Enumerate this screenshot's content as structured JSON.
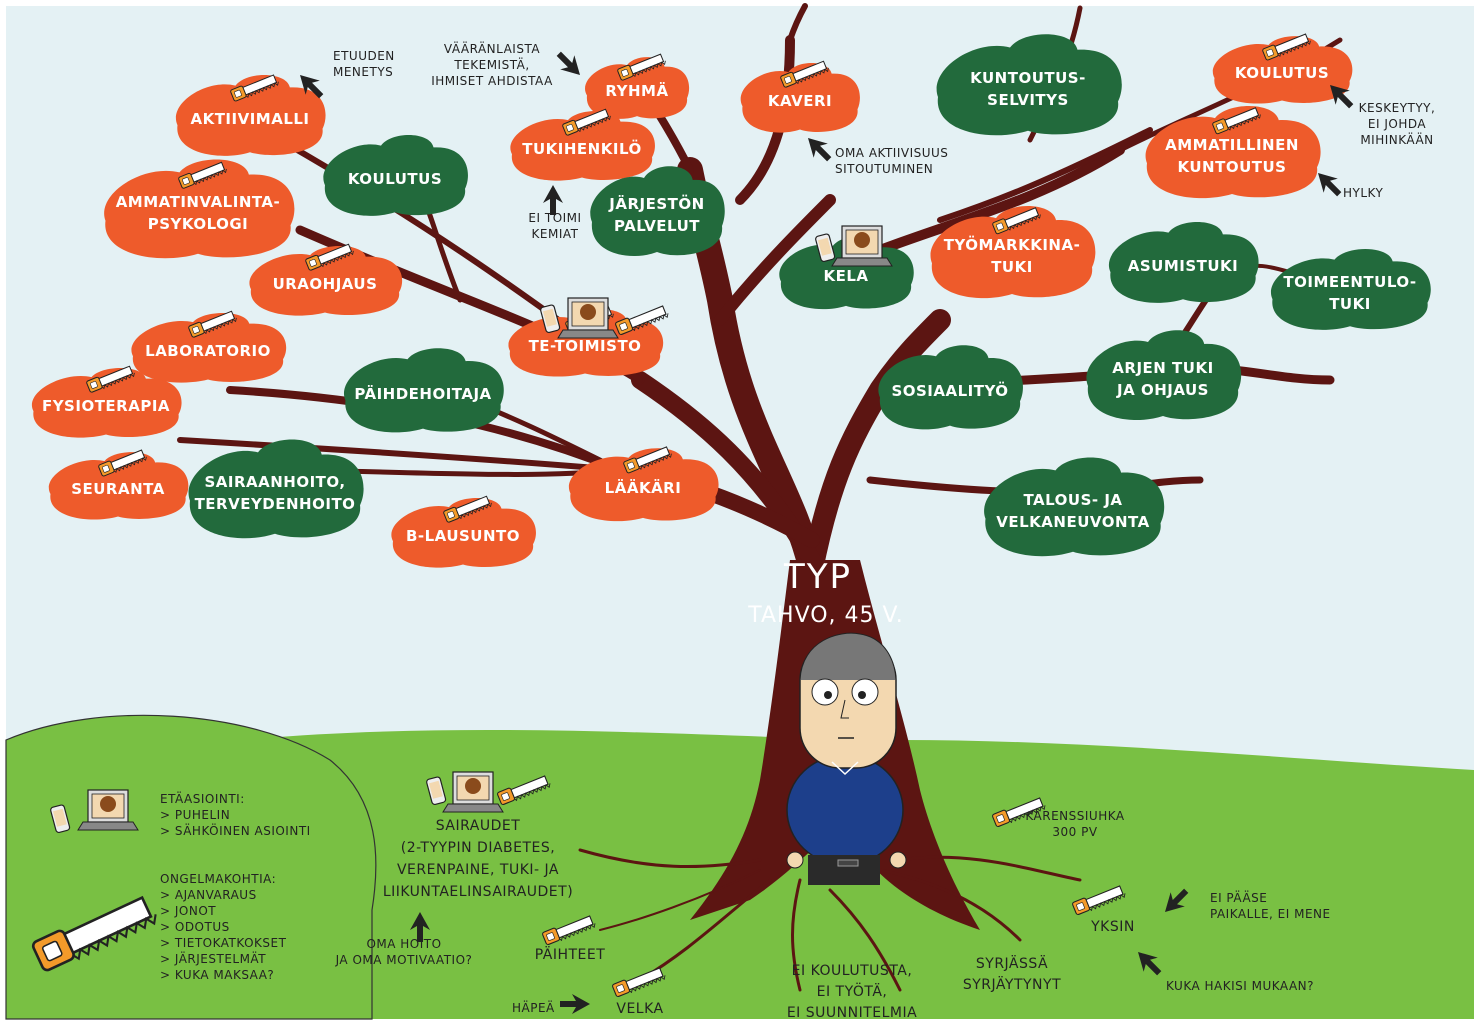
{
  "title": "TYP",
  "subtitle": "TAHVO, 45 V.",
  "colors": {
    "sky": "#e4f1f4",
    "grass": "#79c043",
    "trunk": "#5c1512",
    "orange": "#ee5b2b",
    "green": "#226a3c",
    "arrow": "#222222"
  },
  "clouds": [
    {
      "id": "aktiivimalli",
      "lines": [
        "AKTIIVIMALLI"
      ],
      "color": "orange",
      "saw": true
    },
    {
      "id": "ryhma",
      "lines": [
        "RYHMÄ"
      ],
      "color": "orange",
      "saw": true
    },
    {
      "id": "kaveri",
      "lines": [
        "KAVERI"
      ],
      "color": "orange",
      "saw": true
    },
    {
      "id": "tukihenkilo",
      "lines": [
        "TUKIHENKILÖ"
      ],
      "color": "orange",
      "saw": true
    },
    {
      "id": "koulutus-top",
      "lines": [
        "KOULUTUS"
      ],
      "color": "orange",
      "saw": true
    },
    {
      "id": "ammatillinen",
      "lines": [
        "AMMATILLINEN",
        "KUNTOUTUS"
      ],
      "color": "orange",
      "saw": true
    },
    {
      "id": "ammatinvalinta",
      "lines": [
        "AMMATINVALINTA-",
        "PSYKOLOGI"
      ],
      "color": "orange",
      "saw": true
    },
    {
      "id": "uraohjaus",
      "lines": [
        "URAOHJAUS"
      ],
      "color": "orange",
      "saw": true
    },
    {
      "id": "tyomarkkinatuki",
      "lines": [
        "TYÖMARKKINA-",
        "TUKI"
      ],
      "color": "orange",
      "saw": true
    },
    {
      "id": "te-toimisto",
      "lines": [
        "TE-TOIMISTO"
      ],
      "color": "orange",
      "saw": true
    },
    {
      "id": "laboratorio",
      "lines": [
        "LABORATORIO"
      ],
      "color": "orange",
      "saw": true
    },
    {
      "id": "fysioterapia",
      "lines": [
        "FYSIOTERAPIA"
      ],
      "color": "orange",
      "saw": true
    },
    {
      "id": "seuranta",
      "lines": [
        "SEURANTA"
      ],
      "color": "orange",
      "saw": true
    },
    {
      "id": "laakari",
      "lines": [
        "LÄÄKÄRI"
      ],
      "color": "orange",
      "saw": true
    },
    {
      "id": "b-lausunto",
      "lines": [
        "B-LAUSUNTO"
      ],
      "color": "orange",
      "saw": true
    },
    {
      "id": "koulutus-green",
      "lines": [
        "KOULUTUS"
      ],
      "color": "green",
      "saw": false
    },
    {
      "id": "jarjeston",
      "lines": [
        "JÄRJESTÖN",
        "PALVELUT"
      ],
      "color": "green",
      "saw": false
    },
    {
      "id": "kuntoutusselvitys",
      "lines": [
        "KUNTOUTUS-",
        "SELVITYS"
      ],
      "color": "green",
      "saw": false
    },
    {
      "id": "kela",
      "lines": [
        "KELA"
      ],
      "color": "green",
      "saw": false
    },
    {
      "id": "asumistuki",
      "lines": [
        "ASUMISTUKI"
      ],
      "color": "green",
      "saw": false
    },
    {
      "id": "toimeentulotuki",
      "lines": [
        "TOIMEENTULO-",
        "TUKI"
      ],
      "color": "green",
      "saw": false
    },
    {
      "id": "arjen-tuki",
      "lines": [
        "ARJEN TUKI",
        "JA OHJAUS"
      ],
      "color": "green",
      "saw": false
    },
    {
      "id": "sosiaalityo",
      "lines": [
        "SOSIAALITYÖ"
      ],
      "color": "green",
      "saw": false
    },
    {
      "id": "paihdehoitaja",
      "lines": [
        "PÄIHDEHOITAJA"
      ],
      "color": "green",
      "saw": false
    },
    {
      "id": "sairaanhoito",
      "lines": [
        "SAIRAANHOITO,",
        "TERVEYDENHOITO"
      ],
      "color": "green",
      "saw": false
    },
    {
      "id": "talous",
      "lines": [
        "TALOUS- JA",
        "VELKANEUVONTA"
      ],
      "color": "green",
      "saw": false
    }
  ],
  "notes": [
    {
      "id": "etuuden",
      "lines": [
        "ETUUDEN",
        "MENETYS"
      ]
    },
    {
      "id": "vaaranlaista",
      "lines": [
        "VÄÄRÄNLAISTA",
        "TEKEMISTÄ,",
        "IHMISET AHDISTAA"
      ]
    },
    {
      "id": "oma-aktiivisuus",
      "lines": [
        "OMA AKTIIVISUUS",
        "SITOUTUMINEN"
      ]
    },
    {
      "id": "ei-toimi",
      "lines": [
        "EI TOIMI",
        "KEMIAT"
      ]
    },
    {
      "id": "keskeytyy",
      "lines": [
        "KESKEYTYY,",
        "EI JOHDA",
        "MIHINKÄÄN"
      ]
    },
    {
      "id": "hylky",
      "lines": [
        "HYLKY"
      ]
    },
    {
      "id": "karenssi",
      "lines": [
        "KARENSSIUHKA",
        "300 PV"
      ]
    },
    {
      "id": "ei-paase",
      "lines": [
        "EI PÄÄSE",
        "PAIKALLE, EI MENE"
      ]
    },
    {
      "id": "kuka-hakisi",
      "lines": [
        "KUKA HAKISI MUKAAN?"
      ]
    },
    {
      "id": "hapea",
      "lines": [
        "HÄPEÄ"
      ]
    },
    {
      "id": "oma-hoito",
      "lines": [
        "OMA HOITO",
        "JA OMA MOTIVAATIO?"
      ]
    }
  ],
  "ground": [
    {
      "id": "sairaudet",
      "lines": [
        "SAIRAUDET",
        "(2-TYYPIN DIABETES,",
        "VERENPAINE, TUKI- JA",
        "LIIKUNTAELINSAIRAUDET)"
      ]
    },
    {
      "id": "paihteet",
      "lines": [
        "PÄIHTEET"
      ]
    },
    {
      "id": "velka",
      "lines": [
        "VELKA"
      ]
    },
    {
      "id": "ei-koulutusta",
      "lines": [
        "EI KOULUTUSTA,",
        "EI TYÖTÄ,",
        "EI SUUNNITELMIA"
      ]
    },
    {
      "id": "syrjassa",
      "lines": [
        "SYRJÄSSÄ",
        "SYRJÄYTYNYT"
      ]
    },
    {
      "id": "yksin",
      "lines": [
        "YKSIN"
      ]
    }
  ],
  "sidebar": {
    "etaasiointi": [
      "ETÄASIOINTI:",
      "> PUHELIN",
      "> SÄHKÖINEN ASIOINTI"
    ],
    "ongelmakohtia": [
      "ONGELMAKOHTIA:",
      "> AJANVARAUS",
      "> JONOT",
      "> ODOTUS",
      "> TIETOKATKOKSET",
      "> JÄRJESTELMÄT",
      "> KUKA MAKSAA?"
    ]
  }
}
